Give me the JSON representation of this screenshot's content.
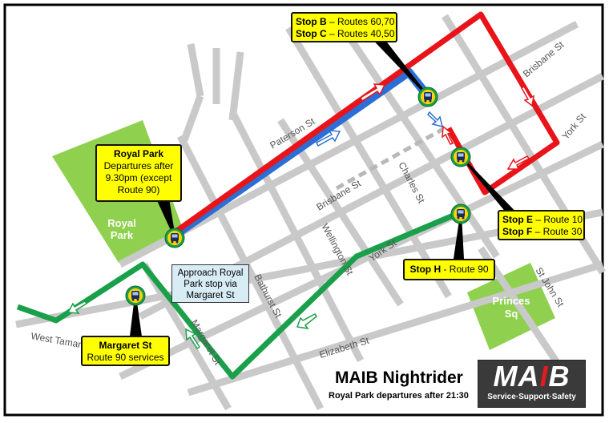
{
  "streets": {
    "paterson": "Paterson St",
    "brisbane_1": "Brisbane St",
    "brisbane_2": "Brisbane St",
    "charles": "Charles St",
    "york_1": "York St",
    "york_2": "York St",
    "wellington": "Wellington St",
    "bathurst": "Bathurst St",
    "margaret": "Margaret St",
    "west_tamar": "West Tamar Rd",
    "elizabeth": "Elizabeth St",
    "st_john": "St John St"
  },
  "parks": {
    "royal_line1": "Royal",
    "royal_line2": "Park",
    "princes_line1": "Princes",
    "princes_line2": "Sq"
  },
  "callouts": {
    "stop_b_name": "Stop B",
    "stop_b_routes": " – Routes 60,70",
    "stop_c_name": "Stop C",
    "stop_c_routes": " – Routes 40,50",
    "royal_title": "Royal Park",
    "royal_l1": "Departures after",
    "royal_l2": "9.30pm (except",
    "royal_l3": "Route 90)",
    "stop_e_name": "Stop E",
    "stop_e_routes": " – Route 10",
    "stop_f_name": "Stop F",
    "stop_f_routes": " – Route 30",
    "stop_h_name": "Stop H",
    "stop_h_routes": " - Route 90",
    "margaret_title": "Margaret St",
    "margaret_sub": "Route 90 services",
    "approach_l1": "Approach Royal",
    "approach_l2": "Park stop via",
    "approach_l3": "Margaret St"
  },
  "title": {
    "main": "MAIB Nightrider",
    "sub": "Royal Park departures after 21:30"
  },
  "logo": {
    "letters_1": "MA",
    "letters_2": "I",
    "letters_3": "B",
    "tagline": "Service·Support·Safety"
  },
  "colors": {
    "red_route": "#e8141a",
    "blue_route": "#2b6fd6",
    "green_route": "#1aa04a",
    "park": "#8fd14f",
    "callout": "#ffff00",
    "note": "#d7ecf5"
  },
  "icons": [
    "bus-stop-icon"
  ]
}
